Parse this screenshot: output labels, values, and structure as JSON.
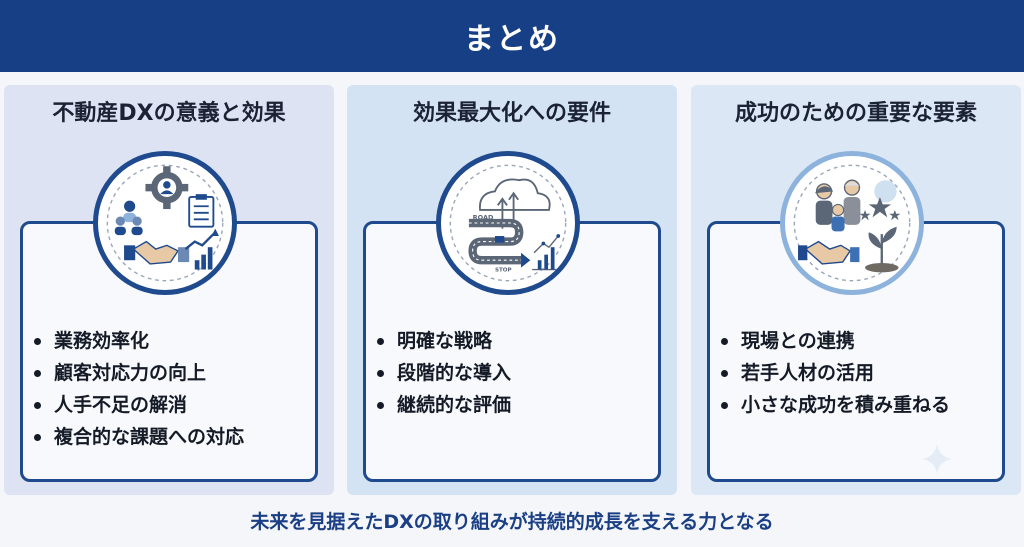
{
  "header": {
    "title": "まとめ"
  },
  "panels": [
    {
      "title": "不動産DXの意義と効果",
      "icon": "people-gear-handshake-chart-icon",
      "items": [
        "業務効率化",
        "顧客対応力の向上",
        "人手不足の解消",
        "複合的な課題への対応"
      ]
    },
    {
      "title": "効果最大化への要件",
      "icon": "cloud-road-chart-icon",
      "road_label": "ROAD",
      "stop_label": "STOP",
      "items": [
        "明確な戦略",
        "段階的な導入",
        "継続的な評価"
      ]
    },
    {
      "title": "成功のための重要な要素",
      "icon": "family-handshake-plant-icon",
      "items": [
        "現場との連携",
        "若手人材の活用",
        "小さな成功を積み重ねる"
      ]
    }
  ],
  "footer": {
    "text": "未来を見据えたDXの取り組みが持続的成長を支える力となる"
  },
  "colors": {
    "navy": "#173f85",
    "panel1": "#dde3f3",
    "panel2": "#d4e3f3",
    "panel3": "#dbe7f5",
    "accent_light": "#8db3dc"
  }
}
